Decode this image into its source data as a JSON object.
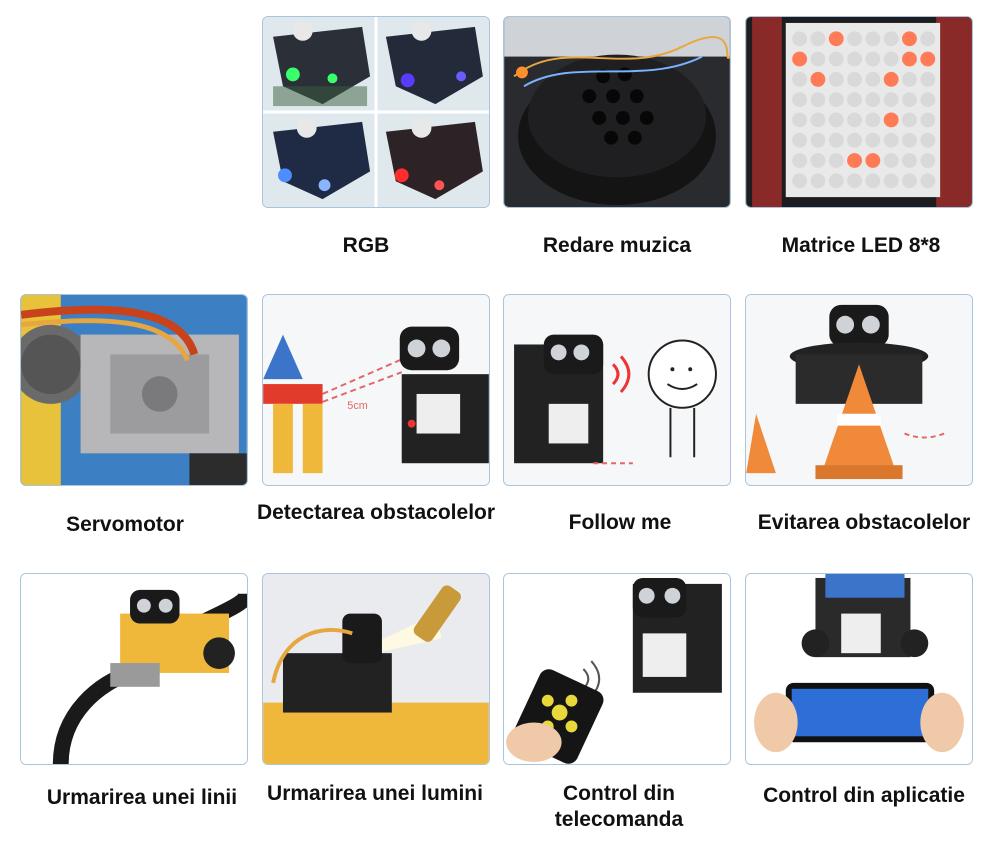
{
  "features": [
    {
      "id": "rgb",
      "caption": "RGB"
    },
    {
      "id": "music",
      "caption": "Redare muzica"
    },
    {
      "id": "matrix",
      "caption": "Matrice LED 8*8"
    },
    {
      "id": "servo",
      "caption": "Servomotor"
    },
    {
      "id": "detect",
      "caption": "Detectarea obstacolelor"
    },
    {
      "id": "follow",
      "caption": "Follow me"
    },
    {
      "id": "avoid",
      "caption": "Evitarea obstacolelor"
    },
    {
      "id": "line",
      "caption": "Urmarirea unei linii"
    },
    {
      "id": "light",
      "caption": "Urmarirea unei lumini"
    },
    {
      "id": "remote",
      "caption": "Control din telecomanda"
    },
    {
      "id": "app",
      "caption": "Control din aplicatie"
    }
  ],
  "detect_label": "5cm"
}
